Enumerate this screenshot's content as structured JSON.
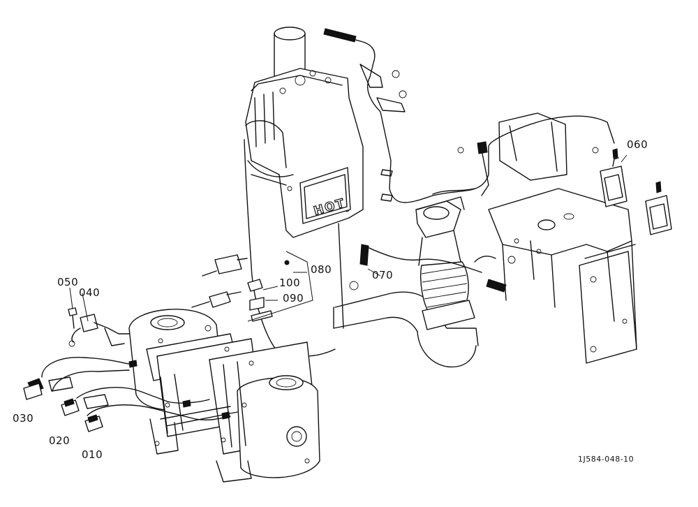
{
  "figure": {
    "drawing_code": "1J584-048-10",
    "warning_plate_text": "HOT"
  },
  "callouts": [
    {
      "id": "010",
      "label": "010"
    },
    {
      "id": "020",
      "label": "020"
    },
    {
      "id": "030",
      "label": "030"
    },
    {
      "id": "040",
      "label": "040"
    },
    {
      "id": "050",
      "label": "050"
    },
    {
      "id": "060",
      "label": "060"
    },
    {
      "id": "070",
      "label": "070"
    },
    {
      "id": "080",
      "label": "080"
    },
    {
      "id": "090",
      "label": "090"
    },
    {
      "id": "100",
      "label": "100"
    }
  ]
}
